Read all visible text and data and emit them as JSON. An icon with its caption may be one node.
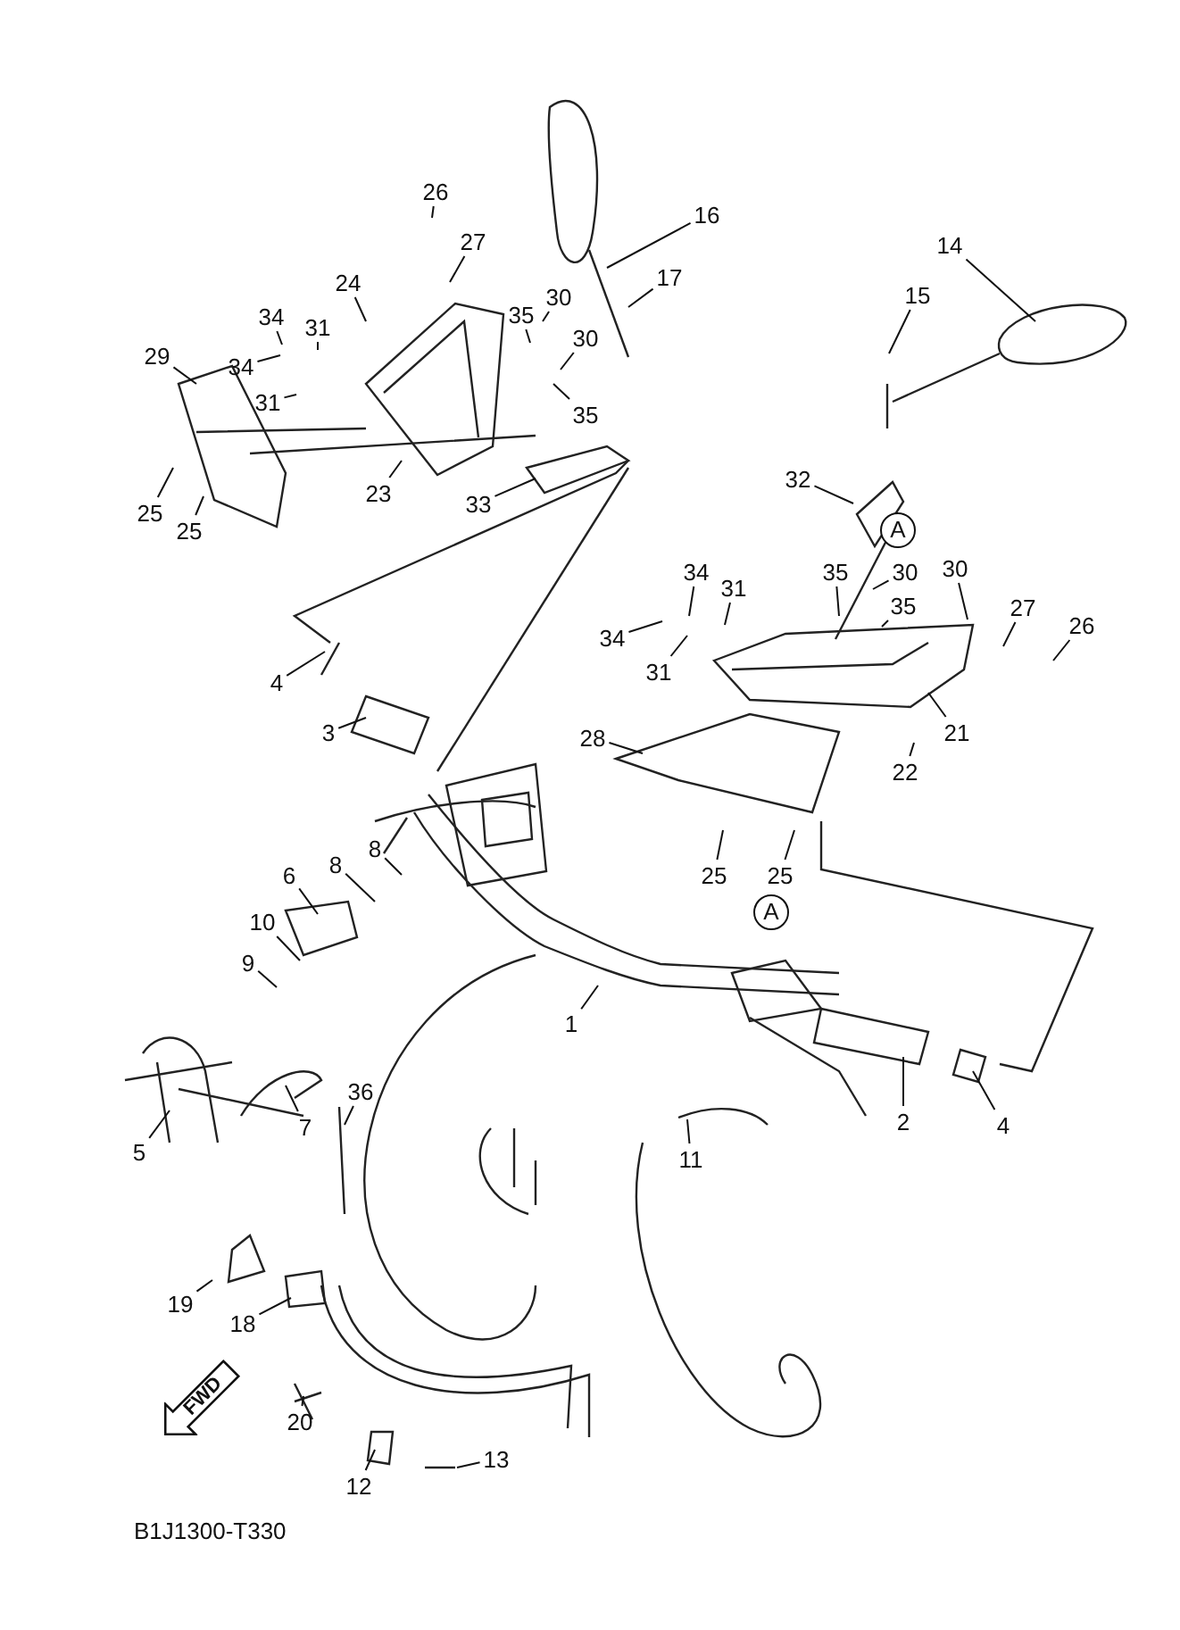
{
  "diagram": {
    "nodes": [
      {
        "text": [
          "26"
        ]
      },
      {
        "text": [
          "27"
        ]
      },
      {
        "text": [
          "24"
        ]
      },
      {
        "text": [
          "16"
        ]
      },
      {
        "text": [
          "17"
        ]
      },
      {
        "text": [
          "34"
        ]
      },
      {
        "text": [
          "31"
        ]
      },
      {
        "text": [
          "30"
        ]
      },
      {
        "text": [
          "35"
        ]
      },
      {
        "text": [
          "29"
        ]
      },
      {
        "text": [
          "34"
        ]
      },
      {
        "text": [
          "31"
        ]
      },
      {
        "text": [
          "30"
        ]
      },
      {
        "text": [
          "35"
        ]
      },
      {
        "text": [
          "23"
        ]
      },
      {
        "text": [
          "33"
        ]
      },
      {
        "text": [
          "25"
        ]
      },
      {
        "text": [
          "25"
        ]
      },
      {
        "text": [
          "14"
        ]
      },
      {
        "text": [
          "15"
        ]
      },
      {
        "text": [
          "32"
        ]
      },
      {
        "text": [
          "A"
        ]
      },
      {
        "text": [
          "34"
        ]
      },
      {
        "text": [
          "31"
        ]
      },
      {
        "text": [
          "35"
        ]
      },
      {
        "text": [
          "30"
        ]
      },
      {
        "text": [
          "30"
        ]
      },
      {
        "text": [
          "34"
        ]
      },
      {
        "text": [
          "31"
        ]
      },
      {
        "text": [
          "35"
        ]
      },
      {
        "text": [
          "27"
        ]
      },
      {
        "text": [
          "26"
        ]
      },
      {
        "text": [
          "21"
        ]
      },
      {
        "text": [
          "22"
        ]
      },
      {
        "text": [
          "28"
        ]
      },
      {
        "text": [
          "25"
        ]
      },
      {
        "text": [
          "25"
        ]
      },
      {
        "text": [
          "4"
        ]
      },
      {
        "text": [
          "3"
        ]
      },
      {
        "text": [
          "8"
        ]
      },
      {
        "text": [
          "8"
        ]
      },
      {
        "text": [
          "6"
        ]
      },
      {
        "text": [
          "10"
        ]
      },
      {
        "text": [
          "9"
        ]
      },
      {
        "text": [
          "A"
        ]
      },
      {
        "text": [
          "1"
        ]
      },
      {
        "text": [
          "2"
        ]
      },
      {
        "text": [
          "4"
        ]
      },
      {
        "text": [
          "11"
        ]
      },
      {
        "text": [
          "5"
        ]
      },
      {
        "text": [
          "7"
        ]
      },
      {
        "text": [
          "36"
        ]
      },
      {
        "text": [
          "19"
        ]
      },
      {
        "text": [
          "18"
        ]
      },
      {
        "text": [
          "20"
        ]
      },
      {
        "text": [
          "12"
        ]
      },
      {
        "text": [
          "13"
        ]
      },
      {
        "text": [
          "FWD"
        ]
      }
    ],
    "edges": [
      {
        "from": 0,
        "to": null,
        "arrow": "none"
      },
      {
        "from": 1,
        "to": null,
        "arrow": "none"
      },
      {
        "from": 2,
        "to": null,
        "arrow": "none"
      },
      {
        "from": 3,
        "to": null,
        "arrow": "none"
      },
      {
        "from": 4,
        "to": null,
        "arrow": "none"
      },
      {
        "from": 5,
        "to": null,
        "arrow": "none"
      },
      {
        "from": 6,
        "to": null,
        "arrow": "none"
      },
      {
        "from": 7,
        "to": null,
        "arrow": "none"
      },
      {
        "from": 8,
        "to": null,
        "arrow": "none"
      },
      {
        "from": 9,
        "to": null,
        "arrow": "none"
      },
      {
        "from": 10,
        "to": null,
        "arrow": "none"
      },
      {
        "from": 11,
        "to": null,
        "arrow": "none"
      },
      {
        "from": 12,
        "to": null,
        "arrow": "none"
      },
      {
        "from": 13,
        "to": null,
        "arrow": "none"
      },
      {
        "from": 14,
        "to": null,
        "arrow": "none"
      },
      {
        "from": 15,
        "to": null,
        "arrow": "none"
      },
      {
        "from": 16,
        "to": null,
        "arrow": "none"
      },
      {
        "from": 17,
        "to": null,
        "arrow": "none"
      },
      {
        "from": 18,
        "to": null,
        "arrow": "none"
      },
      {
        "from": 19,
        "to": null,
        "arrow": "none"
      },
      {
        "from": 20,
        "to": null,
        "arrow": "none"
      },
      {
        "from": 22,
        "to": null,
        "arrow": "none"
      },
      {
        "from": 23,
        "to": null,
        "arrow": "none"
      },
      {
        "from": 24,
        "to": null,
        "arrow": "none"
      },
      {
        "from": 25,
        "to": null,
        "arrow": "none"
      },
      {
        "from": 26,
        "to": null,
        "arrow": "none"
      },
      {
        "from": 27,
        "to": null,
        "arrow": "none"
      },
      {
        "from": 28,
        "to": null,
        "arrow": "none"
      },
      {
        "from": 29,
        "to": null,
        "arrow": "none"
      },
      {
        "from": 30,
        "to": null,
        "arrow": "none"
      },
      {
        "from": 31,
        "to": null,
        "arrow": "none"
      },
      {
        "from": 32,
        "to": null,
        "arrow": "none"
      },
      {
        "from": 33,
        "to": null,
        "arrow": "none"
      },
      {
        "from": 34,
        "to": null,
        "arrow": "none"
      },
      {
        "from": 35,
        "to": null,
        "arrow": "none"
      },
      {
        "from": 36,
        "to": null,
        "arrow": "none"
      },
      {
        "from": 37,
        "to": null,
        "arrow": "none"
      },
      {
        "from": 38,
        "to": null,
        "arrow": "none"
      },
      {
        "from": 39,
        "to": null,
        "arrow": "none"
      },
      {
        "from": 40,
        "to": null,
        "arrow": "none"
      },
      {
        "from": 41,
        "to": null,
        "arrow": "none"
      },
      {
        "from": 42,
        "to": null,
        "arrow": "none"
      },
      {
        "from": 43,
        "to": null,
        "arrow": "none"
      },
      {
        "from": 45,
        "to": null,
        "arrow": "none"
      },
      {
        "from": 46,
        "to": null,
        "arrow": "none"
      },
      {
        "from": 47,
        "to": null,
        "arrow": "none"
      },
      {
        "from": 48,
        "to": null,
        "arrow": "none"
      },
      {
        "from": 49,
        "to": null,
        "arrow": "none"
      },
      {
        "from": 50,
        "to": null,
        "arrow": "none"
      },
      {
        "from": 51,
        "to": null,
        "arrow": "none"
      },
      {
        "from": 52,
        "to": null,
        "arrow": "none"
      },
      {
        "from": 53,
        "to": null,
        "arrow": "none"
      },
      {
        "from": 54,
        "to": null,
        "arrow": "none"
      },
      {
        "from": 55,
        "to": null,
        "arrow": "none"
      },
      {
        "from": 56,
        "to": null,
        "arrow": "none"
      }
    ],
    "labels": [
      "B1J1300-T330"
    ]
  }
}
